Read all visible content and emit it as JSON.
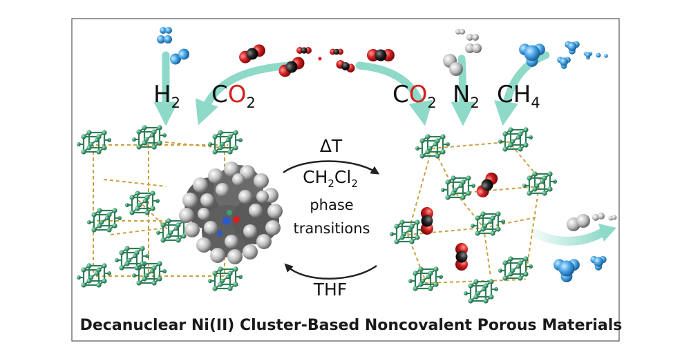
{
  "labels": {
    "h2": {
      "main": "H",
      "sub": "2"
    },
    "co2_left": {
      "c": "C",
      "o": "O",
      "sub": "2"
    },
    "co2_right": {
      "c": "C",
      "o": "O",
      "sub": "2"
    },
    "n2": {
      "main": "N",
      "sub": "2"
    },
    "ch4": {
      "main": "CH",
      "sub": "4"
    }
  },
  "center": {
    "delta_t": "ΔT",
    "ch2cl2": {
      "a": "CH",
      "s1": "2",
      "b": "Cl",
      "s2": "2"
    },
    "phase_1": "phase",
    "phase_2": "transitions",
    "thf": "THF"
  },
  "caption": "Decanuclear Ni(II) Cluster-Based Noncovalent Porous Materials",
  "colors": {
    "oxygen_red": "#d42020",
    "carbon_dark": "#2b2b2b",
    "cluster_green": "#3f9e72",
    "hydrogen_blue": "#4aa8e8",
    "arrow_teal": "#8ed9c8",
    "bond_dash": "#c8a040",
    "frame": "#555555"
  }
}
